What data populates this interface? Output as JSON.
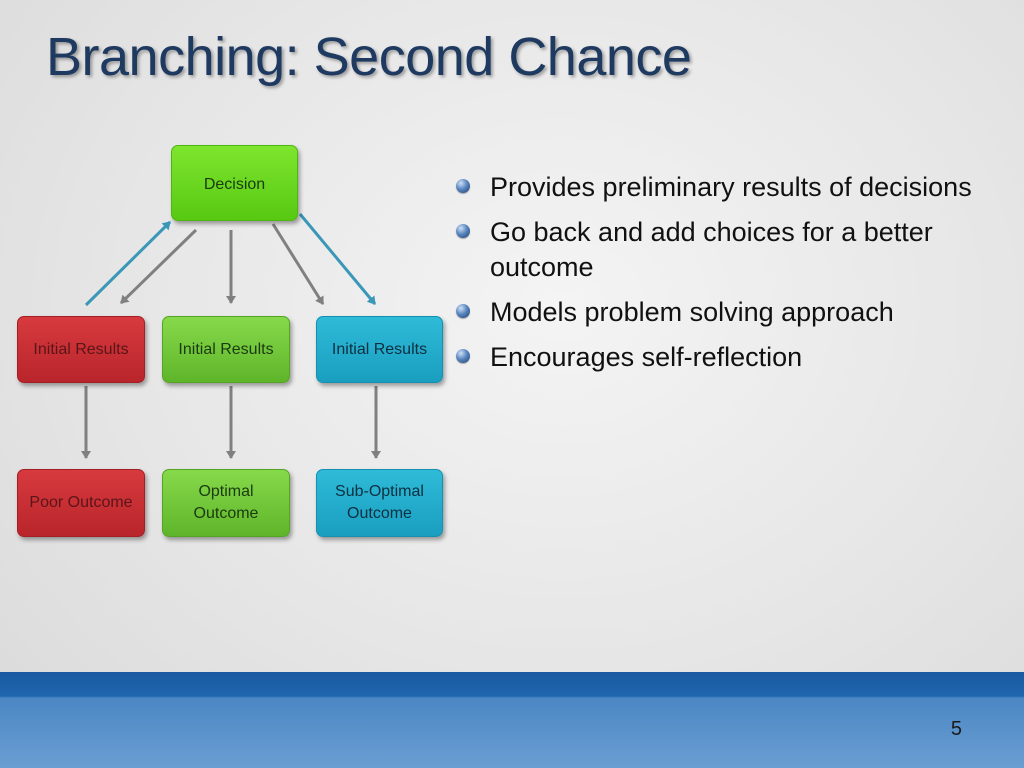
{
  "slide": {
    "title": "Branching: Second Chance",
    "number": "5"
  },
  "diagram": {
    "decision": "Decision",
    "results": [
      "Initial Results",
      "Initial Results",
      "Initial Results"
    ],
    "outcomes": [
      "Poor Outcome",
      "Optimal Outcome",
      "Sub-Optimal Outcome"
    ],
    "colors": {
      "decision": "#6fd821",
      "red": "#c8303a",
      "green": "#6bb83a",
      "blue": "#22aecf",
      "gray_arrow": "#808080",
      "teal_arrow": "#3a97b8"
    }
  },
  "bullets": [
    "Provides preliminary results of decisions",
    "Go back and add choices for a better outcome",
    "Models problem solving approach",
    "Encourages self-reflection"
  ]
}
